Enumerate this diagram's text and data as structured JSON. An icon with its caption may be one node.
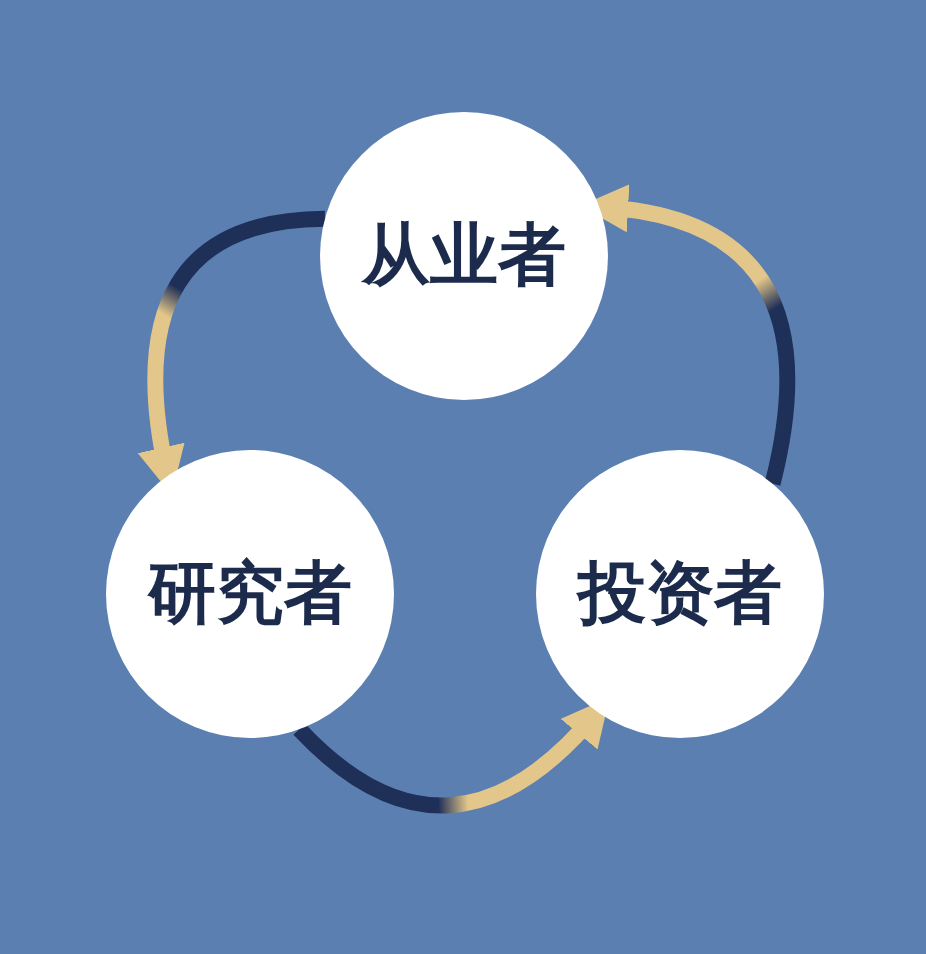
{
  "diagram": {
    "nodes": [
      {
        "text": [
          "从业者"
        ]
      },
      {
        "text": [
          "研究者"
        ]
      },
      {
        "text": [
          "投资者"
        ]
      }
    ],
    "edges": [
      {
        "from": 0,
        "to": 1,
        "arrow": "to"
      },
      {
        "from": 1,
        "to": 2,
        "arrow": "to"
      },
      {
        "from": 2,
        "to": 0,
        "arrow": "to"
      }
    ]
  }
}
